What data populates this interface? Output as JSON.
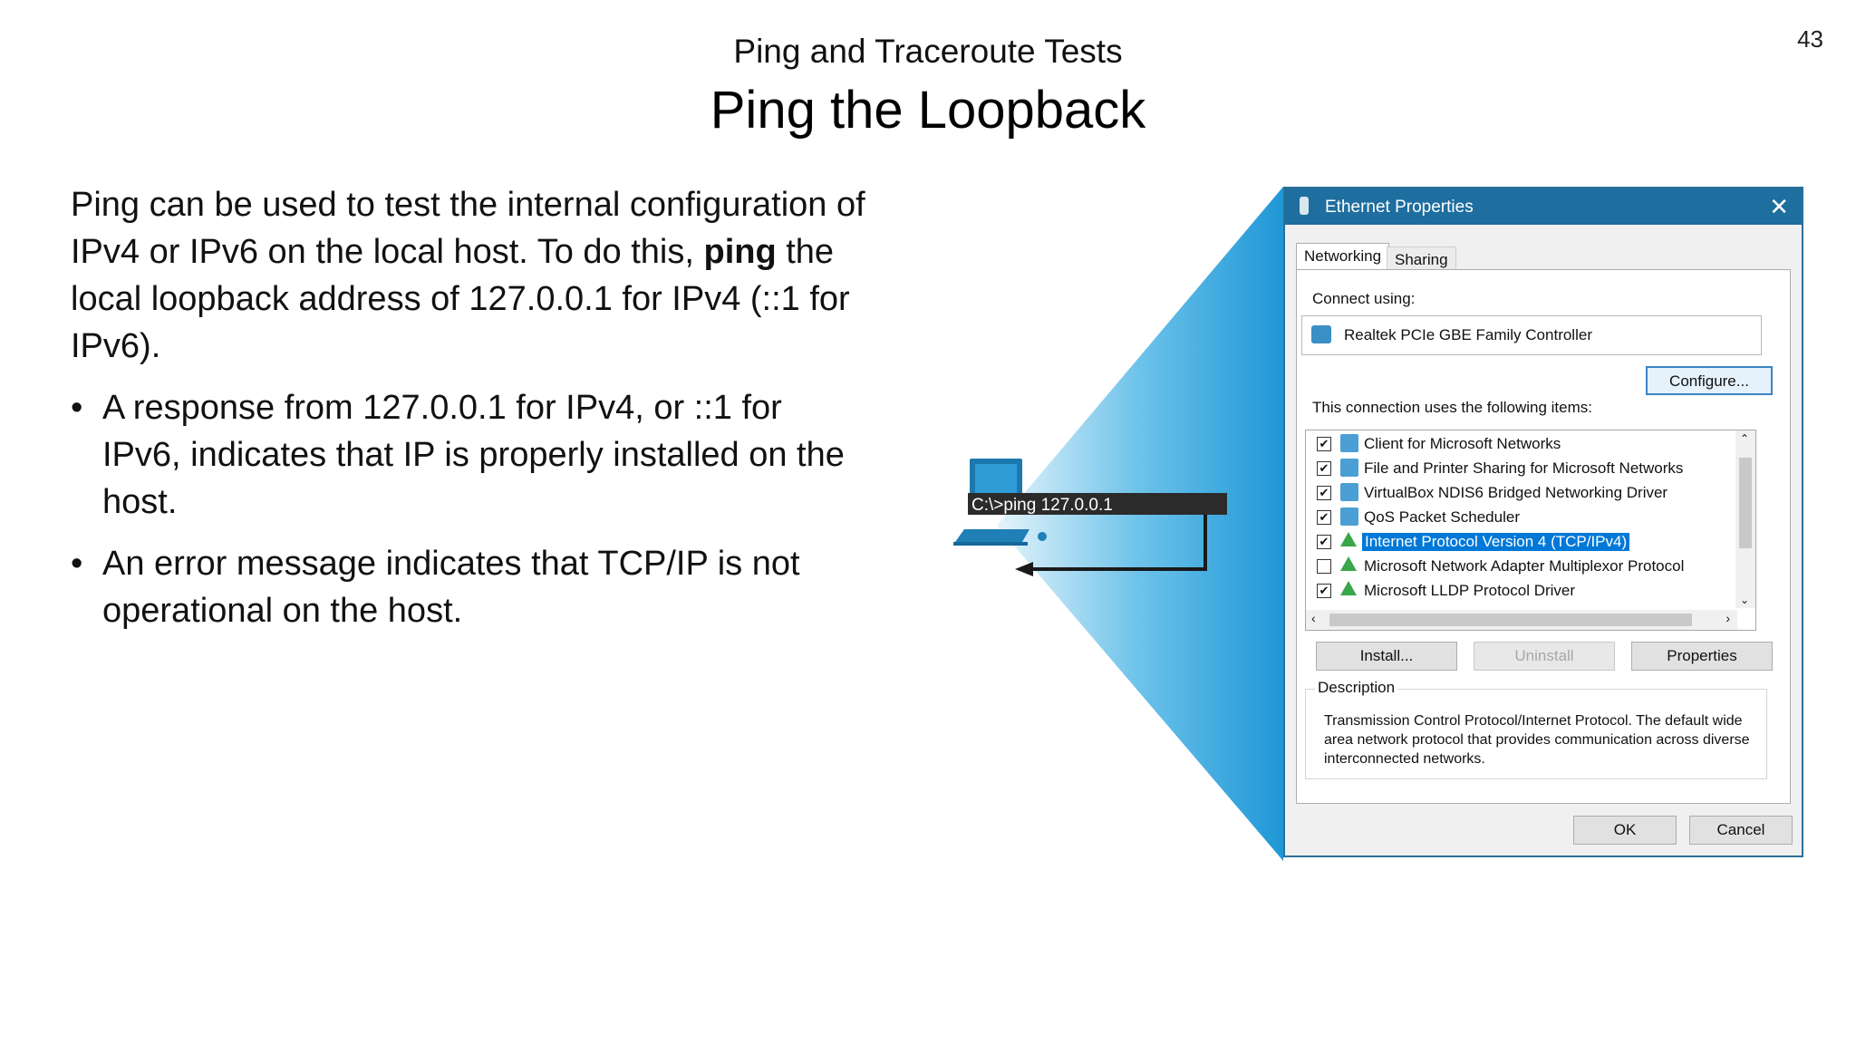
{
  "slide": {
    "number": "43",
    "subtitle": "Ping and Traceroute Tests",
    "title": "Ping the Loopback"
  },
  "body": {
    "intro_part1": "Ping can be used to test the internal configuration of IPv4 or IPv6 on the local host. To do this, ",
    "intro_bold": "ping",
    "intro_part2": " the local loopback address of 127.0.0.1 for IPv4 (::1 for IPv6).",
    "bullets": [
      "A response from 127.0.0.1 for IPv4, or ::1 for IPv6, indicates that IP is properly installed on the host.",
      "An error message indicates that TCP/IP is not operational on the host."
    ]
  },
  "illustration": {
    "command": "C:\\>ping 127.0.0.1"
  },
  "dialog": {
    "title": "Ethernet Properties",
    "tabs": [
      "Networking",
      "Sharing"
    ],
    "connect_using_label": "Connect using:",
    "adapter_name": "Realtek PCIe GBE Family Controller",
    "configure_label": "Configure...",
    "items_label": "This connection uses the following items:",
    "items": [
      {
        "label": "Client for Microsoft Networks",
        "checked": true,
        "icon": "network-client-icon"
      },
      {
        "label": "File and Printer Sharing for Microsoft Networks",
        "checked": true,
        "icon": "network-service-icon"
      },
      {
        "label": "VirtualBox NDIS6 Bridged Networking Driver",
        "checked": true,
        "icon": "network-service-icon"
      },
      {
        "label": "QoS Packet Scheduler",
        "checked": true,
        "icon": "network-service-icon"
      },
      {
        "label": "Internet Protocol Version 4 (TCP/IPv4)",
        "checked": true,
        "selected": true,
        "icon": "protocol-icon"
      },
      {
        "label": "Microsoft Network Adapter Multiplexor Protocol",
        "checked": false,
        "icon": "protocol-icon"
      },
      {
        "label": "Microsoft LLDP Protocol Driver",
        "checked": true,
        "icon": "protocol-icon"
      }
    ],
    "install_label": "Install...",
    "uninstall_label": "Uninstall",
    "properties_label": "Properties",
    "description_label": "Description",
    "description_text": "Transmission Control Protocol/Internet Protocol. The default wide area network protocol that provides communication across diverse interconnected networks.",
    "ok_label": "OK",
    "cancel_label": "Cancel"
  },
  "colors": {
    "accent_blue": "#1e6e9f",
    "cone_blue": "#29a3e0",
    "selection": "#0078d7"
  }
}
